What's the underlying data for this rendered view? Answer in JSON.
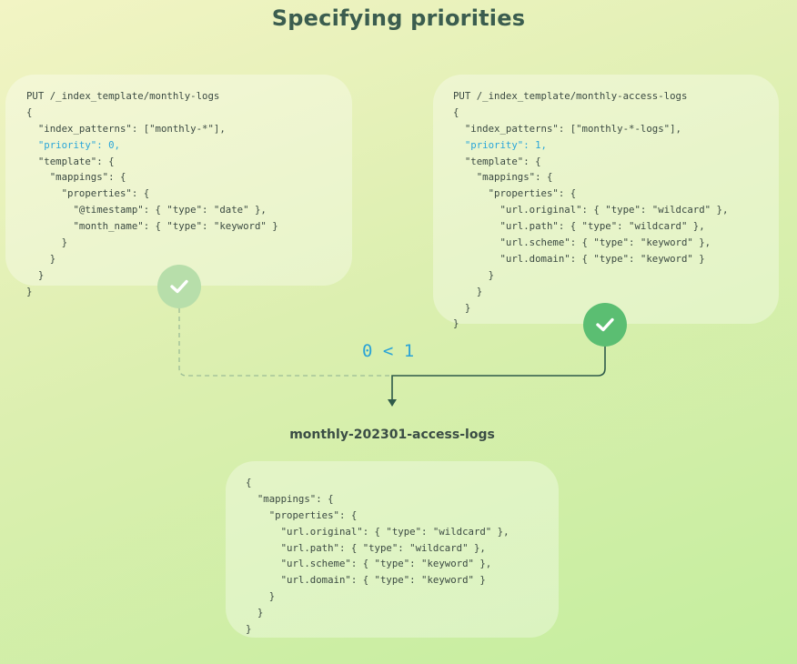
{
  "title": "Specifying priorities",
  "left_template": {
    "lines": [
      "PUT /_index_template/monthly-logs",
      "{",
      "  \"index_patterns\": [\"monthly-*\"],",
      "  \"priority\": 0,",
      "  \"template\": {",
      "    \"mappings\": {",
      "      \"properties\": {",
      "        \"@timestamp\": { \"type\": \"date\" },",
      "        \"month_name\": { \"type\": \"keyword\" }",
      "      }",
      "    }",
      "  }",
      "}"
    ]
  },
  "right_template": {
    "lines": [
      "PUT /_index_template/monthly-access-logs",
      "{",
      "  \"index_patterns\": [\"monthly-*-logs\"],",
      "  \"priority\": 1,",
      "  \"template\": {",
      "    \"mappings\": {",
      "      \"properties\": {",
      "        \"url.original\": { \"type\": \"wildcard\" },",
      "        \"url.path\": { \"type\": \"wildcard\" },",
      "        \"url.scheme\": { \"type\": \"keyword\" },",
      "        \"url.domain\": { \"type\": \"keyword\" }",
      "      }",
      "    }",
      "  }",
      "}"
    ]
  },
  "comparison": "0 < 1",
  "result_index": {
    "name": "monthly-202301-access-logs",
    "lines": [
      "{",
      "  \"mappings\": {",
      "    \"properties\": {",
      "      \"url.original\": { \"type\": \"wildcard\" },",
      "      \"url.path\": { \"type\": \"wildcard\" },",
      "      \"url.scheme\": { \"type\": \"keyword\" },",
      "      \"url.domain\": { \"type\": \"keyword\" }",
      "    }",
      "  }",
      "}"
    ]
  },
  "icons": {
    "left_check": "check-icon",
    "right_check": "check-icon"
  },
  "colors": {
    "title": "#3b5d4f",
    "priority_highlight": "#2ba6d9",
    "check_inactive": "#b7deaa",
    "check_active": "#5bbe72",
    "connector_active": "#2f5a4a",
    "connector_inactive": "#9cbc96"
  }
}
